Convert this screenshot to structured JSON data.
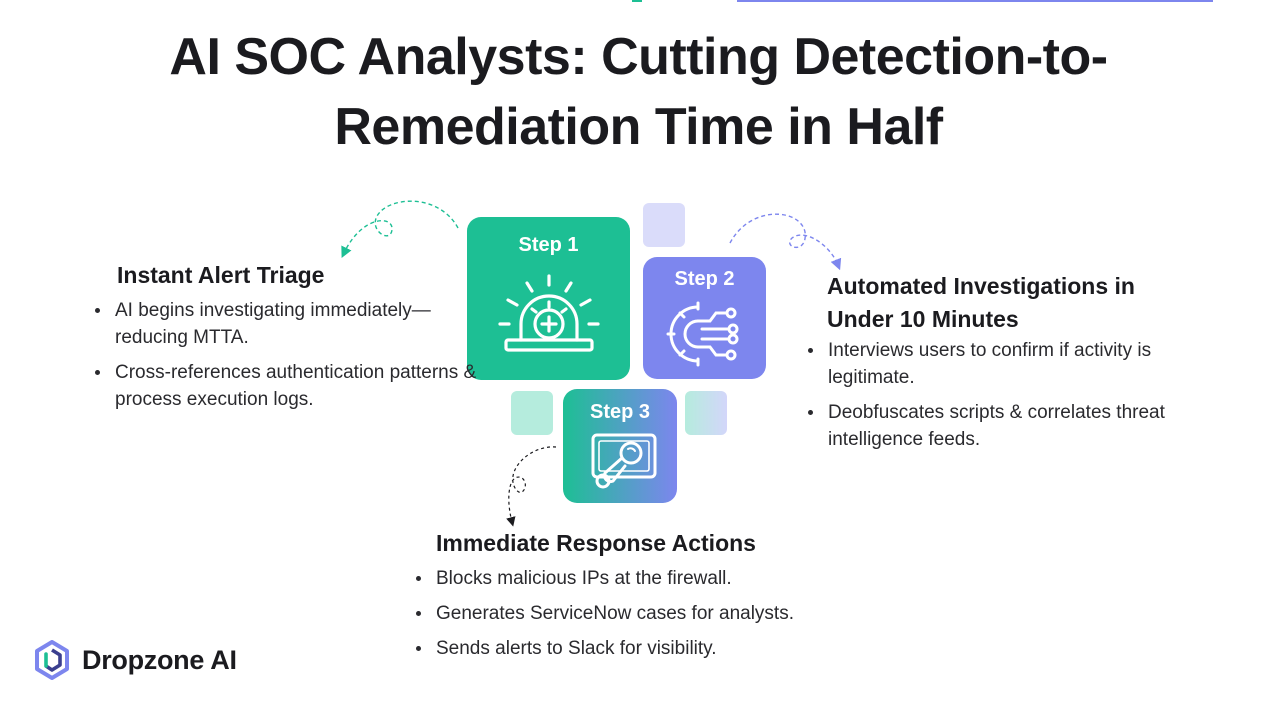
{
  "title": {
    "line1": "AI SOC Analysts: Cutting Detection-to-",
    "line2": "Remediation Time in Half"
  },
  "steps": [
    {
      "label": "Step 1",
      "icon": "alarm-siren-gear-icon",
      "color": "#1dbf94"
    },
    {
      "label": "Step 2",
      "icon": "gear-circuit-icon",
      "color": "#7d86ee"
    },
    {
      "label": "Step 3",
      "icon": "investigation-screen-icon",
      "color_start": "#1dbf94",
      "color_end": "#7d86ee"
    }
  ],
  "triage": {
    "heading": "Instant Alert Triage",
    "bullets": [
      "AI begins investigating immediately—reducing MTTA.",
      "Cross-references authentication patterns & process execution logs."
    ]
  },
  "investigations": {
    "heading": "Automated Investigations in Under 10 Minutes",
    "bullets": [
      "Interviews users to confirm if activity is legitimate.",
      "Deobfuscates scripts & correlates threat intelligence feeds."
    ]
  },
  "response": {
    "heading": "Immediate Response Actions",
    "bullets": [
      "Blocks malicious IPs at the firewall.",
      "Generates ServiceNow cases for analysts.",
      "Sends alerts to Slack for visibility."
    ]
  },
  "brand": {
    "name": "Dropzone AI",
    "logo_icon": "dropzone-logo-icon",
    "colors": [
      "#7d86ee",
      "#1dbf94",
      "#3b3f8f"
    ]
  }
}
